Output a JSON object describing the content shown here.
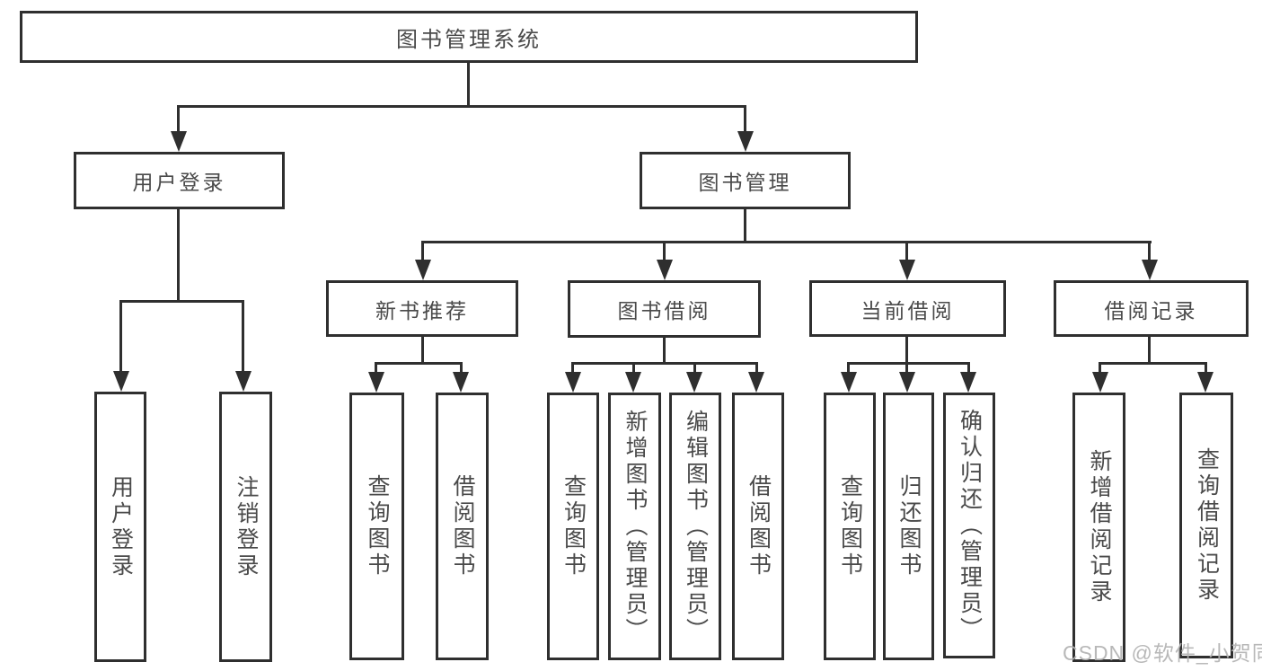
{
  "diagram": {
    "root": {
      "label": "图书管理系统"
    },
    "branches": [
      {
        "label": "用户登录",
        "children": [
          {
            "label": "用户登录"
          },
          {
            "label": "注销登录"
          }
        ]
      },
      {
        "label": "图书管理",
        "children": [
          {
            "label": "新书推荐",
            "children": [
              {
                "label": "查询图书"
              },
              {
                "label": "借阅图书"
              }
            ]
          },
          {
            "label": "图书借阅",
            "children": [
              {
                "label": "查询图书"
              },
              {
                "label": "新增图书（管理员）"
              },
              {
                "label": "编辑图书（管理员）"
              },
              {
                "label": "借阅图书"
              }
            ]
          },
          {
            "label": "当前借阅",
            "children": [
              {
                "label": "查询图书"
              },
              {
                "label": "归还图书"
              },
              {
                "label": "确认归还（管理员）"
              }
            ]
          },
          {
            "label": "借阅记录",
            "children": [
              {
                "label": "新增借阅记录"
              },
              {
                "label": "查询借阅记录"
              }
            ]
          }
        ]
      }
    ]
  },
  "watermark": {
    "text": "CSDN @软件_小贺同学",
    "color": "#b2b2b2"
  },
  "colors": {
    "line": "#2f2f2f",
    "text": "#4a4a4a",
    "background": "#ffffff"
  }
}
